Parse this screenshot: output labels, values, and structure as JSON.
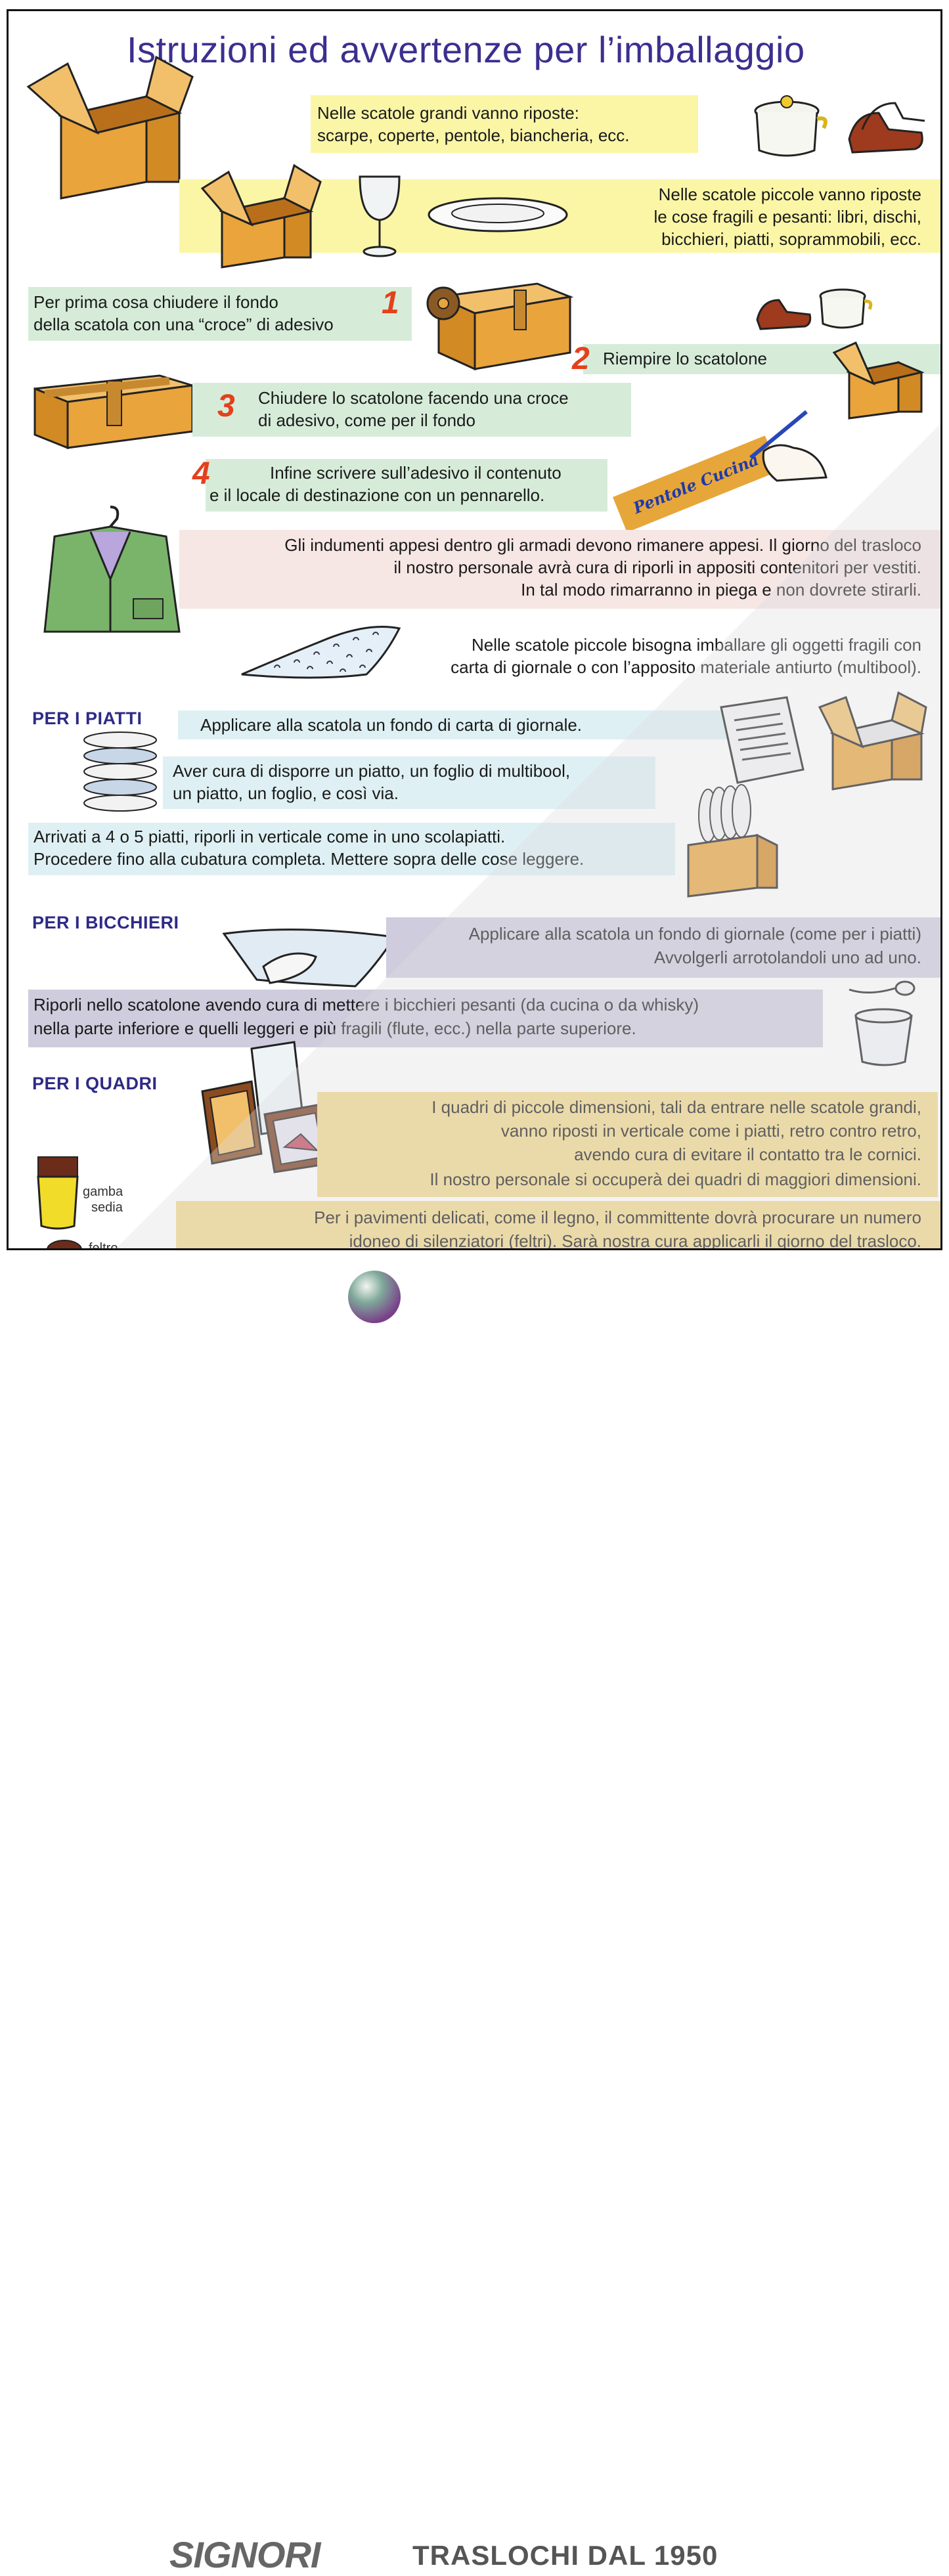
{
  "title": "Istruzioni ed avvertenze per l’imballaggio",
  "blocks": {
    "big_boxes": [
      "Nelle scatole grandi vanno riposte:",
      "scarpe, coperte, pentole, biancheria, ecc."
    ],
    "small_boxes": [
      "Nelle scatole piccole vanno riposte",
      "le cose fragili e pesanti: libri, dischi,",
      "bicchieri, piatti, soprammobili, ecc."
    ],
    "step1": {
      "num": "1",
      "lines": [
        "Per prima cosa chiudere il fondo",
        "della scatola con una “croce” di adesivo"
      ]
    },
    "step2": {
      "num": "2",
      "lines": [
        "Riempire lo scatolone"
      ]
    },
    "step3": {
      "num": "3",
      "lines": [
        "Chiudere lo scatolone facendo una croce",
        "di adesivo, come per il fondo"
      ]
    },
    "step4": {
      "num": "4",
      "lines": [
        "Infine scrivere sull’adesivo il contenuto",
        "e il locale di destinazione con un pennarello."
      ]
    },
    "tape_label": "Pentole Cucina",
    "clothes": [
      "Gli indumenti appesi dentro gli armadi devono rimanere appesi. Il giorno del trasloco",
      "il nostro personale avrà cura di riporli in appositi contenitori per vestiti.",
      "In tal modo rimarranno in piega e non dovrete stirarli."
    ],
    "fragile": [
      "Nelle scatole piccole bisogna imballare gli oggetti fragili con",
      "carta di giornale o con l’apposito materiale antiurto (multibool)."
    ]
  },
  "sections": {
    "piatti": {
      "heading": "PER I PIATTI",
      "a": [
        "Applicare alla scatola un fondo di carta di giornale."
      ],
      "b": [
        "Aver cura di disporre un piatto, un foglio di multibool,",
        "un piatto, un foglio, e così via."
      ],
      "c": [
        "Arrivati a 4 o 5 piatti, riporli in verticale come in uno scolapiatti.",
        "Procedere fino alla cubatura completa. Mettere sopra delle cose leggere."
      ]
    },
    "bicchieri": {
      "heading": "PER I BICCHIERI",
      "a": [
        "Applicare alla scatola un fondo di giornale (come per i piatti)",
        "Avvolgerli arrotolandoli uno ad uno."
      ],
      "b": [
        "Riporli nello scatolone avendo cura di mettere i bicchieri pesanti (da cucina o da whisky)",
        "nella parte inferiore e quelli leggeri e più fragili (flute, ecc.) nella parte superiore."
      ]
    },
    "quadri": {
      "heading": "PER I QUADRI",
      "a": [
        "I quadri di piccole dimensioni, tali da entrare nelle scatole grandi,",
        "vanno riposti in verticale come i piatti, retro contro retro,",
        "avendo cura di evitare il contatto tra le cornici.",
        "Il nostro personale si occuperà dei quadri di maggiori dimensioni."
      ],
      "b": [
        "Per i pavimenti delicati, come il legno, il committente dovrà procurare un numero",
        "idoneo di silenziatori (feltri). Sarà nostra cura applicarli il giorno del trasloco."
      ],
      "chair_leg_label": [
        "gamba",
        "sedia"
      ],
      "felt_label": "feltro"
    }
  },
  "footer": {
    "brand": "SIGNORI",
    "slogan": "TRASLOCHI DAL 1950"
  },
  "colors": {
    "title": "#3b2f8f",
    "step_number": "#e4401c",
    "box": "#e9a43c"
  }
}
